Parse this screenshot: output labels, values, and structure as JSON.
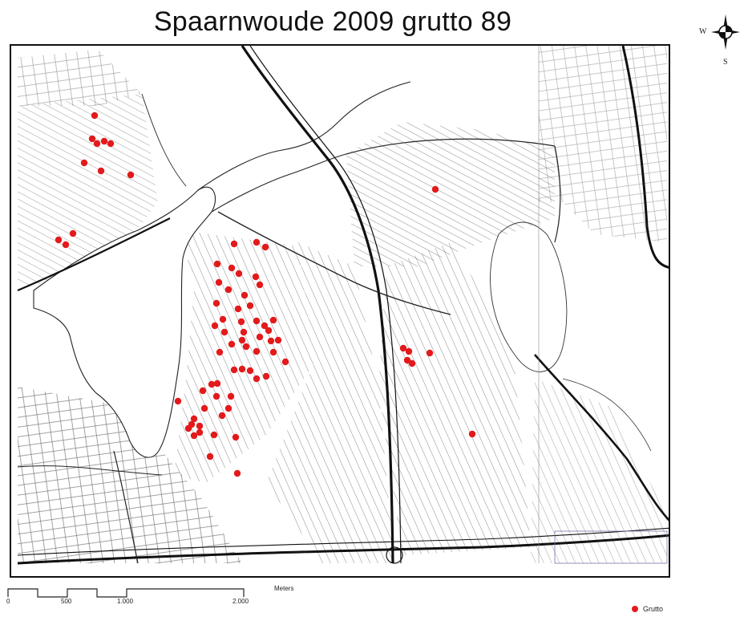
{
  "title": "Spaarnwoude 2009 grutto 89",
  "compass": {
    "west": "W",
    "south": "S"
  },
  "scalebar": {
    "labels": [
      "0",
      "500",
      "1.000",
      "2.000"
    ],
    "unit": "Meters"
  },
  "legend": {
    "label": "Grutto",
    "color": "#e31a1c"
  },
  "points": [
    [
      116,
      142
    ],
    [
      113,
      171
    ],
    [
      119,
      177
    ],
    [
      128,
      174
    ],
    [
      136,
      177
    ],
    [
      103,
      201
    ],
    [
      124,
      211
    ],
    [
      161,
      216
    ],
    [
      541,
      234
    ],
    [
      89,
      289
    ],
    [
      71,
      297
    ],
    [
      80,
      303
    ],
    [
      290,
      302
    ],
    [
      318,
      300
    ],
    [
      329,
      306
    ],
    [
      269,
      327
    ],
    [
      287,
      332
    ],
    [
      296,
      339
    ],
    [
      317,
      343
    ],
    [
      322,
      353
    ],
    [
      271,
      350
    ],
    [
      283,
      359
    ],
    [
      303,
      366
    ],
    [
      268,
      376
    ],
    [
      295,
      383
    ],
    [
      310,
      379
    ],
    [
      328,
      404
    ],
    [
      333,
      410
    ],
    [
      318,
      398
    ],
    [
      339,
      397
    ],
    [
      345,
      422
    ],
    [
      299,
      399
    ],
    [
      276,
      396
    ],
    [
      266,
      404
    ],
    [
      278,
      412
    ],
    [
      302,
      412
    ],
    [
      322,
      418
    ],
    [
      336,
      423
    ],
    [
      339,
      437
    ],
    [
      305,
      430
    ],
    [
      318,
      436
    ],
    [
      300,
      422
    ],
    [
      287,
      427
    ],
    [
      272,
      437
    ],
    [
      290,
      459
    ],
    [
      300,
      458
    ],
    [
      269,
      476
    ],
    [
      262,
      477
    ],
    [
      310,
      460
    ],
    [
      318,
      470
    ],
    [
      330,
      467
    ],
    [
      354,
      449
    ],
    [
      268,
      492
    ],
    [
      286,
      492
    ],
    [
      283,
      507
    ],
    [
      275,
      516
    ],
    [
      251,
      485
    ],
    [
      253,
      507
    ],
    [
      220,
      498
    ],
    [
      240,
      520
    ],
    [
      237,
      527
    ],
    [
      233,
      532
    ],
    [
      247,
      529
    ],
    [
      247,
      537
    ],
    [
      240,
      541
    ],
    [
      265,
      540
    ],
    [
      292,
      543
    ],
    [
      260,
      567
    ],
    [
      294,
      588
    ],
    [
      501,
      432
    ],
    [
      508,
      436
    ],
    [
      506,
      447
    ],
    [
      512,
      451
    ],
    [
      534,
      438
    ],
    [
      587,
      539
    ]
  ]
}
